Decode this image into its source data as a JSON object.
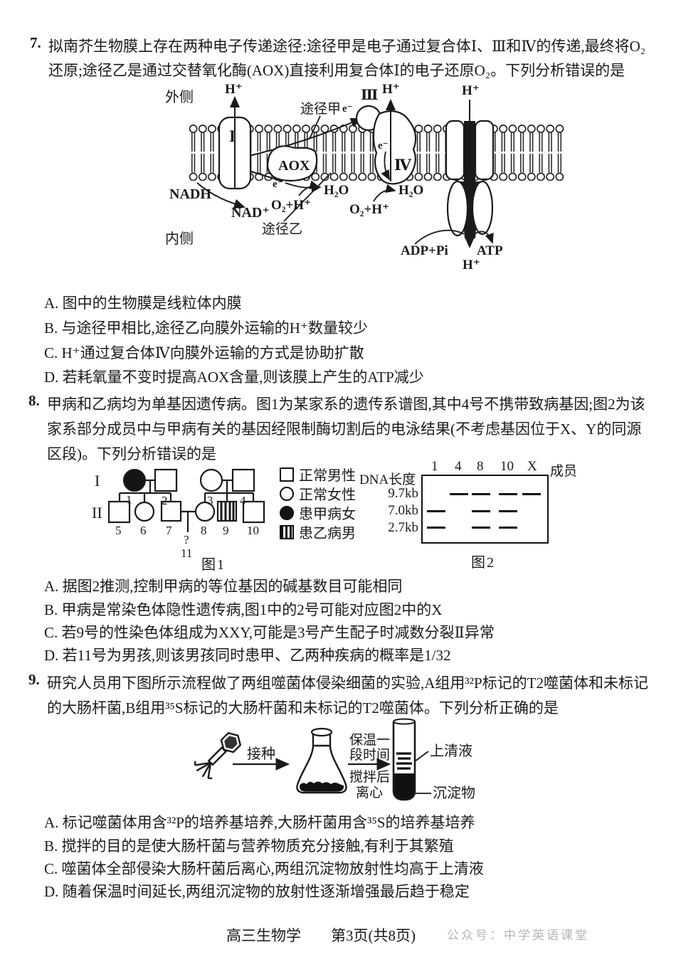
{
  "page": {
    "footer": "高三生物学　　第3页(共8页)",
    "watermark": "公众号：中学英语课堂"
  },
  "q7": {
    "number": "7.",
    "stem": "拟南芥生物膜上存在两种电子传递途径:途径甲是电子通过复合体Ⅰ、Ⅲ和Ⅳ的传递,最终将O₂还原;途径乙是通过交替氧化酶(AOX)直接利用复合体Ⅰ的电子还原O₂。下列分析错误的是",
    "diagram": {
      "outer_label": "外侧",
      "inner_label": "内侧",
      "h_plus": "H⁺",
      "complex1": "I",
      "complex3": "Ⅲ",
      "complex4": "Ⅳ",
      "aox": "AOX",
      "path_a": "途径甲",
      "path_b": "途径乙",
      "electron": "e⁻",
      "nadh": "NADH",
      "nad": "NAD⁺",
      "o2h": "O₂+H⁺",
      "h2o": "H₂O",
      "adp": "ADP+Pi",
      "atp": "ATP"
    },
    "options": [
      "A. 图中的生物膜是线粒体内膜",
      "B. 与途径甲相比,途径乙向膜外运输的H⁺数量较少",
      "C. H⁺通过复合体Ⅳ向膜外运输的方式是协助扩散",
      "D. 若耗氧量不变时提高AOX含量,则该膜上产生的ATP减少"
    ]
  },
  "q8": {
    "number": "8.",
    "stem": "甲病和乙病均为单基因遗传病。图1为某家系的遗传系谱图,其中4号不携带致病基因;图2为该家系部分成员中与甲病有关的基因经限制酶切割后的电泳结果(不考虑基因位于X、Y的同源区段)。下列分析错误的是",
    "pedigree": {
      "gen_labels": [
        "I",
        "II"
      ],
      "gen1_numbers": [
        "1",
        "2",
        "3",
        "4"
      ],
      "gen2_numbers": [
        "5",
        "6",
        "7",
        "8",
        "9",
        "10"
      ],
      "child_number": "11",
      "unknown_mark": "?",
      "fig_label": "图1"
    },
    "legend": [
      "正常男性",
      "正常女性",
      "患甲病女",
      "患乙病男"
    ],
    "gel": {
      "y_axis_label": "DNA长度",
      "lanes": [
        "1",
        "4",
        "8",
        "10",
        "X"
      ],
      "lane_axis_label": "成员",
      "row_labels": [
        "9.7kb",
        "7.0kb",
        "2.7kb"
      ],
      "bands": [
        [
          0,
          1,
          1,
          1,
          1
        ],
        [
          1,
          0,
          1,
          1,
          0
        ],
        [
          1,
          0,
          1,
          1,
          0
        ]
      ],
      "fig_label": "图2"
    },
    "options": [
      "A. 据图2推测,控制甲病的等位基因的碱基数目可能相同",
      "B. 甲病是常染色体隐性遗传病,图1中的2号可能对应图2中的X",
      "C. 若9号的性染色体组成为XXY,可能是3号产生配子时减数分裂Ⅱ异常",
      "D. 若11号为男孩,则该男孩同时患甲、乙两种疾病的概率是1/32"
    ]
  },
  "q9": {
    "number": "9.",
    "stem": "研究人员用下图所示流程做了两组噬菌体侵染细菌的实验,A组用³²P标记的T2噬菌体和未标记的大肠杆菌,B组用³⁵S标记的大肠杆菌和未标记的T2噬菌体。下列分析正确的是",
    "diagram": {
      "inoculate": "接种",
      "incubate_line1": "保温一",
      "incubate_line2": "段时间",
      "stir_line1": "搅拌后",
      "stir_line2": "离心",
      "supernatant": "上清液",
      "sediment": "沉淀物"
    },
    "options": [
      "A. 标记噬菌体用含³²P的培养基培养,大肠杆菌用含³⁵S的培养基培养",
      "B. 搅拌的目的是使大肠杆菌与营养物质充分接触,有利于其繁殖",
      "C. 噬菌体全部侵染大肠杆菌后离心,两组沉淀物放射性均高于上清液",
      "D. 随着保温时间延长,两组沉淀物的放射性逐渐增强最后趋于稳定"
    ]
  }
}
